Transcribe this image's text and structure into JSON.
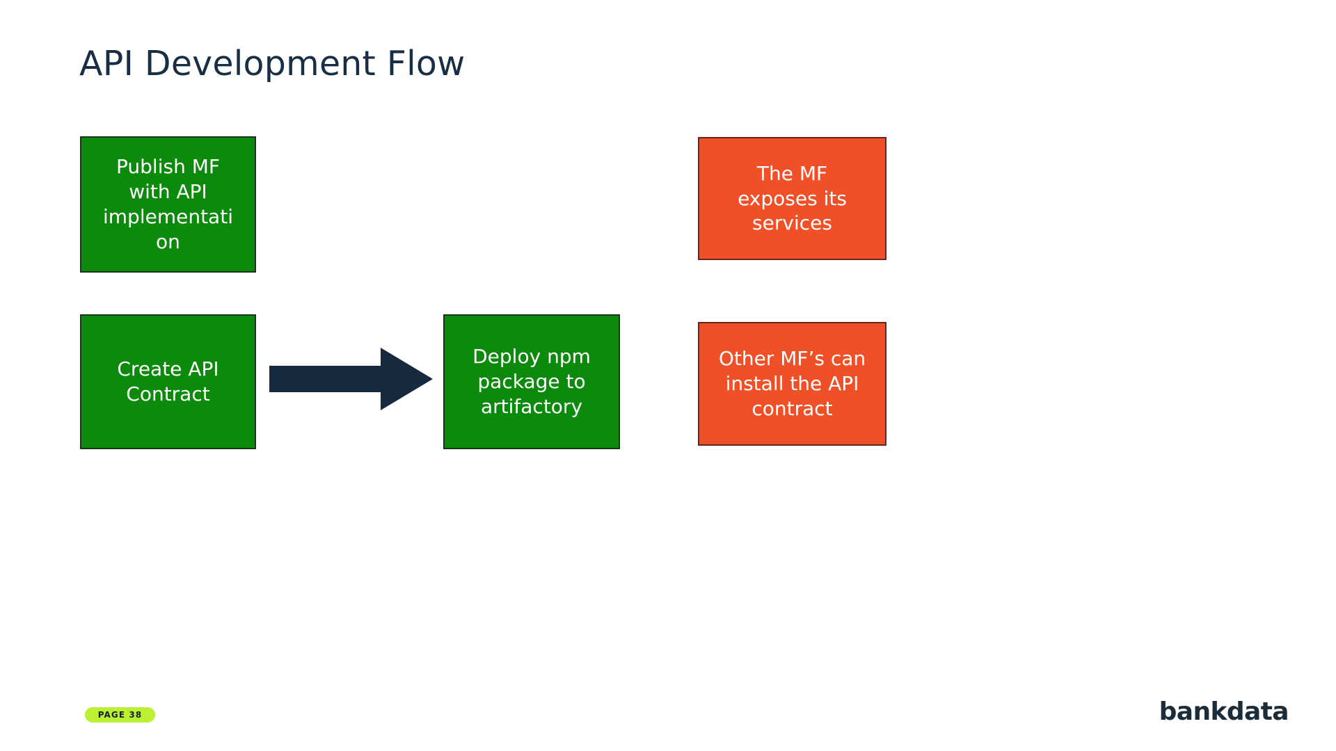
{
  "slide": {
    "title": "API Development Flow",
    "background_color": "#ffffff",
    "title_color": "#172e44"
  },
  "colors": {
    "green_fill": "#0b8a0b",
    "green_border": "#17351a",
    "orange_fill": "#f05027",
    "orange_border": "#6b2415",
    "arrow_fill": "#16293d",
    "badge_fill": "#bbf033",
    "badge_text": "#14222e",
    "brand_color": "#1b2c3b"
  },
  "diagram": {
    "type": "flow",
    "nodes": [
      {
        "id": "publish-mf",
        "label": "Publish MF with API implementation",
        "wrapped_label": "Publish MF\nwith API\nimplementati\non",
        "style": "green",
        "column": 1,
        "row": 1
      },
      {
        "id": "create-contract",
        "label": "Create API Contract",
        "wrapped_label": "Create API\nContract",
        "style": "green",
        "column": 1,
        "row": 2
      },
      {
        "id": "deploy-npm",
        "label": "Deploy npm package to artifactory",
        "wrapped_label": "Deploy npm\npackage to\nartifactory",
        "style": "green",
        "column": 2,
        "row": 2
      },
      {
        "id": "mf-exposes",
        "label": "The MF exposes its services",
        "wrapped_label": "The MF\nexposes its\nservices",
        "style": "orange",
        "column": 3,
        "row": 1
      },
      {
        "id": "other-mf",
        "label": "Other MF’s can install the API contract",
        "wrapped_label": "Other MF’s can\ninstall the API\ncontract",
        "style": "orange",
        "column": 3,
        "row": 2
      }
    ],
    "edges": [
      {
        "id": "create-to-deploy",
        "from": "create-contract",
        "to": "deploy-npm",
        "shape": "block-arrow",
        "direction": "right",
        "color": "#16293d"
      }
    ]
  },
  "footer": {
    "page_label": "PAGE 38",
    "brand": "bankdata"
  }
}
